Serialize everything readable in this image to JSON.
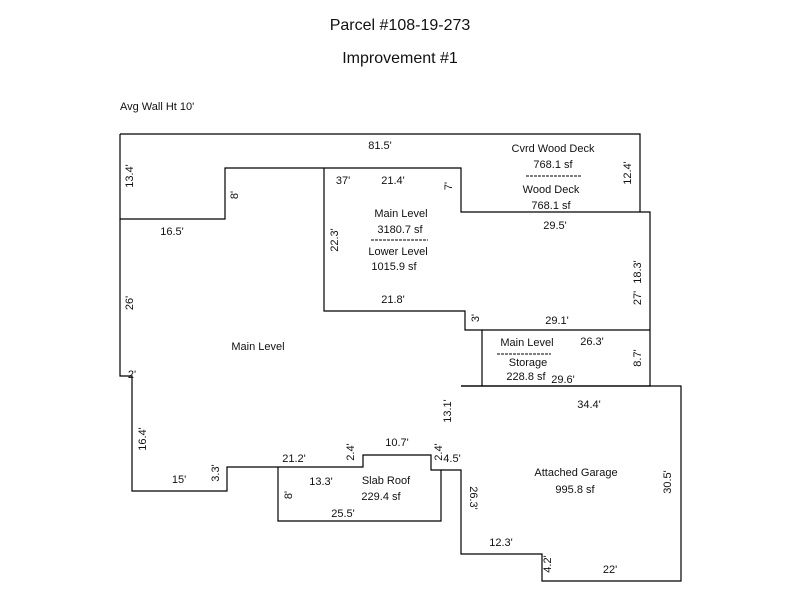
{
  "header": {
    "parcel": "Parcel #108-19-273",
    "improvement": "Improvement #1",
    "wall_height": "Avg Wall Ht 10'"
  },
  "areas": {
    "deck_cvrd": "Cvrd Wood Deck",
    "deck_cvrd_sf": "768.1 sf",
    "deck_wood": "Wood Deck",
    "deck_wood_sf": "768.1 sf",
    "center_main": "Main Level",
    "center_main_sf": "3180.7 sf",
    "center_lower": "Lower Level",
    "center_lower_sf": "1015.9 sf",
    "main_level": "Main Level",
    "storage_main": "Main Level",
    "storage": "Storage",
    "storage_sf": "228.8 sf",
    "garage": "Attached Garage",
    "garage_sf": "995.8 sf",
    "slab": "Slab Roof",
    "slab_sf": "229.4 sf"
  },
  "dims": {
    "top": "81.5'",
    "left_upper": "13.4'",
    "notch_8": "8'",
    "notch_16_5": "16.5'",
    "left_26": "26'",
    "left_2": "2'",
    "left_16_4": "16.4'",
    "bottom_15": "15'",
    "step_3_3": "3.3'",
    "d_37": "37'",
    "d_21_4": "21.4'",
    "d_7": "7'",
    "d_22_3": "22.3'",
    "d_21_8": "21.8'",
    "d_3": "3'",
    "d_29_1": "29.1'",
    "d_12_4": "12.4'",
    "d_29_5": "29.5'",
    "d_18_3": "18.3'",
    "d_27": "27'",
    "d_26_3": "26.3'",
    "d_8_7": "8.7'",
    "d_29_6": "29.6'",
    "d_34_4": "34.4'",
    "d_13_1": "13.1'",
    "d_10_7": "10.7'",
    "d_2_4a": "2.4'",
    "d_2_4b": "2.4'",
    "d_4_5": "4.5'",
    "d_21_2": "21.2'",
    "d_13_3": "13.3'",
    "d_8b": "8'",
    "d_25_5": "25.5'",
    "d_26_3g": "26.3'",
    "d_12_3": "12.3'",
    "d_4_2": "4.2'",
    "d_22": "22'",
    "d_30_5": "30.5'"
  }
}
